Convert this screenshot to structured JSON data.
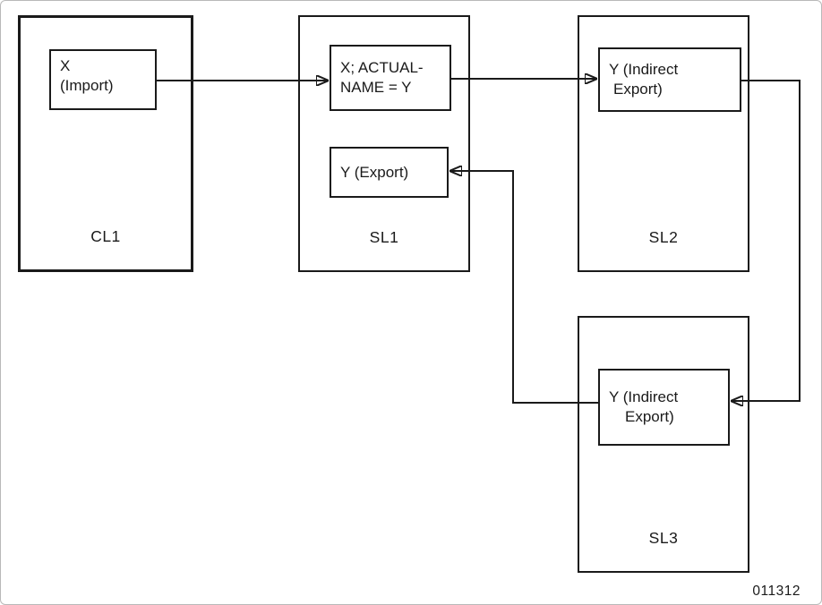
{
  "figure": {
    "number": "011312"
  },
  "containers": {
    "cl1": {
      "label": "CL1"
    },
    "sl1": {
      "label": "SL1"
    },
    "sl2": {
      "label": "SL2"
    },
    "sl3": {
      "label": "SL3"
    }
  },
  "nodes": {
    "x_import": {
      "line1": "X",
      "line2": "(Import)"
    },
    "x_actual_name": {
      "line1": "X; ACTUAL-",
      "line2": "NAME = Y"
    },
    "y_export": {
      "line1": "Y (Export)"
    },
    "y_indirect_sl2": {
      "line1": "Y (Indirect",
      "line2": "Export)"
    },
    "y_indirect_sl3": {
      "line1": "Y (Indirect",
      "line2": "Export)"
    }
  },
  "edges": [
    {
      "from": "CL1: X (Import)",
      "to": "SL1: X; ACTUAL-NAME = Y"
    },
    {
      "from": "SL1: X; ACTUAL-NAME = Y",
      "to": "SL2: Y (Indirect Export)"
    },
    {
      "from": "SL2: Y (Indirect Export)",
      "to": "SL3: Y (Indirect Export)"
    },
    {
      "from": "SL3: Y (Indirect Export)",
      "to": "SL1: Y (Export)"
    }
  ],
  "colors": {
    "line": "#1a1a1a",
    "text": "#1a1a1a",
    "background": "#ffffff"
  }
}
